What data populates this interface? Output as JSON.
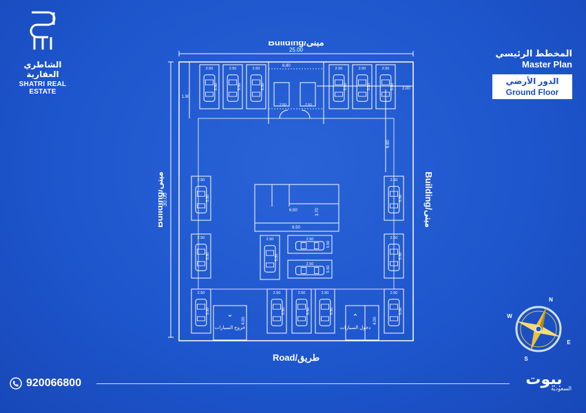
{
  "logo": {
    "name_ar": "الشاطري العقارية",
    "name_en": "SHATRI REAL ESTATE"
  },
  "title": {
    "ar": "المخطط الرئيسي",
    "en": "Master Plan"
  },
  "floor": {
    "ar": "الدور الأرضي",
    "en": "Ground Floor"
  },
  "labels": {
    "top": "Building/مبنى",
    "left": "Building/مبنى",
    "right": "Building/مبنى",
    "bottom": "Road/طريق"
  },
  "dims": {
    "overall_width": "25.00",
    "overall_height": "30.00",
    "space_width": "2.50",
    "space_length": "5.50",
    "side_gap": "6.50",
    "right_gap": "6.60",
    "left_gap": "1.90",
    "gate_width": "4.00",
    "core_width": "6.50",
    "core_depth": "3.70",
    "stair_a": "2.50",
    "stair_b": "2.50",
    "top_right": "2.00",
    "top_center": "6.80"
  },
  "gates": {
    "exit": "خروج السيارات",
    "entry": "دخول السيارات"
  },
  "compass": {
    "n": "N",
    "s": "S",
    "e": "E",
    "w": "W"
  },
  "contact": {
    "phone": "920066800"
  },
  "brand": {
    "name": "بيوت",
    "sub": "السعودية"
  },
  "colors": {
    "bg": "#1d55cc",
    "line": "#ffffff",
    "compass_gold": "#e8c23a"
  }
}
